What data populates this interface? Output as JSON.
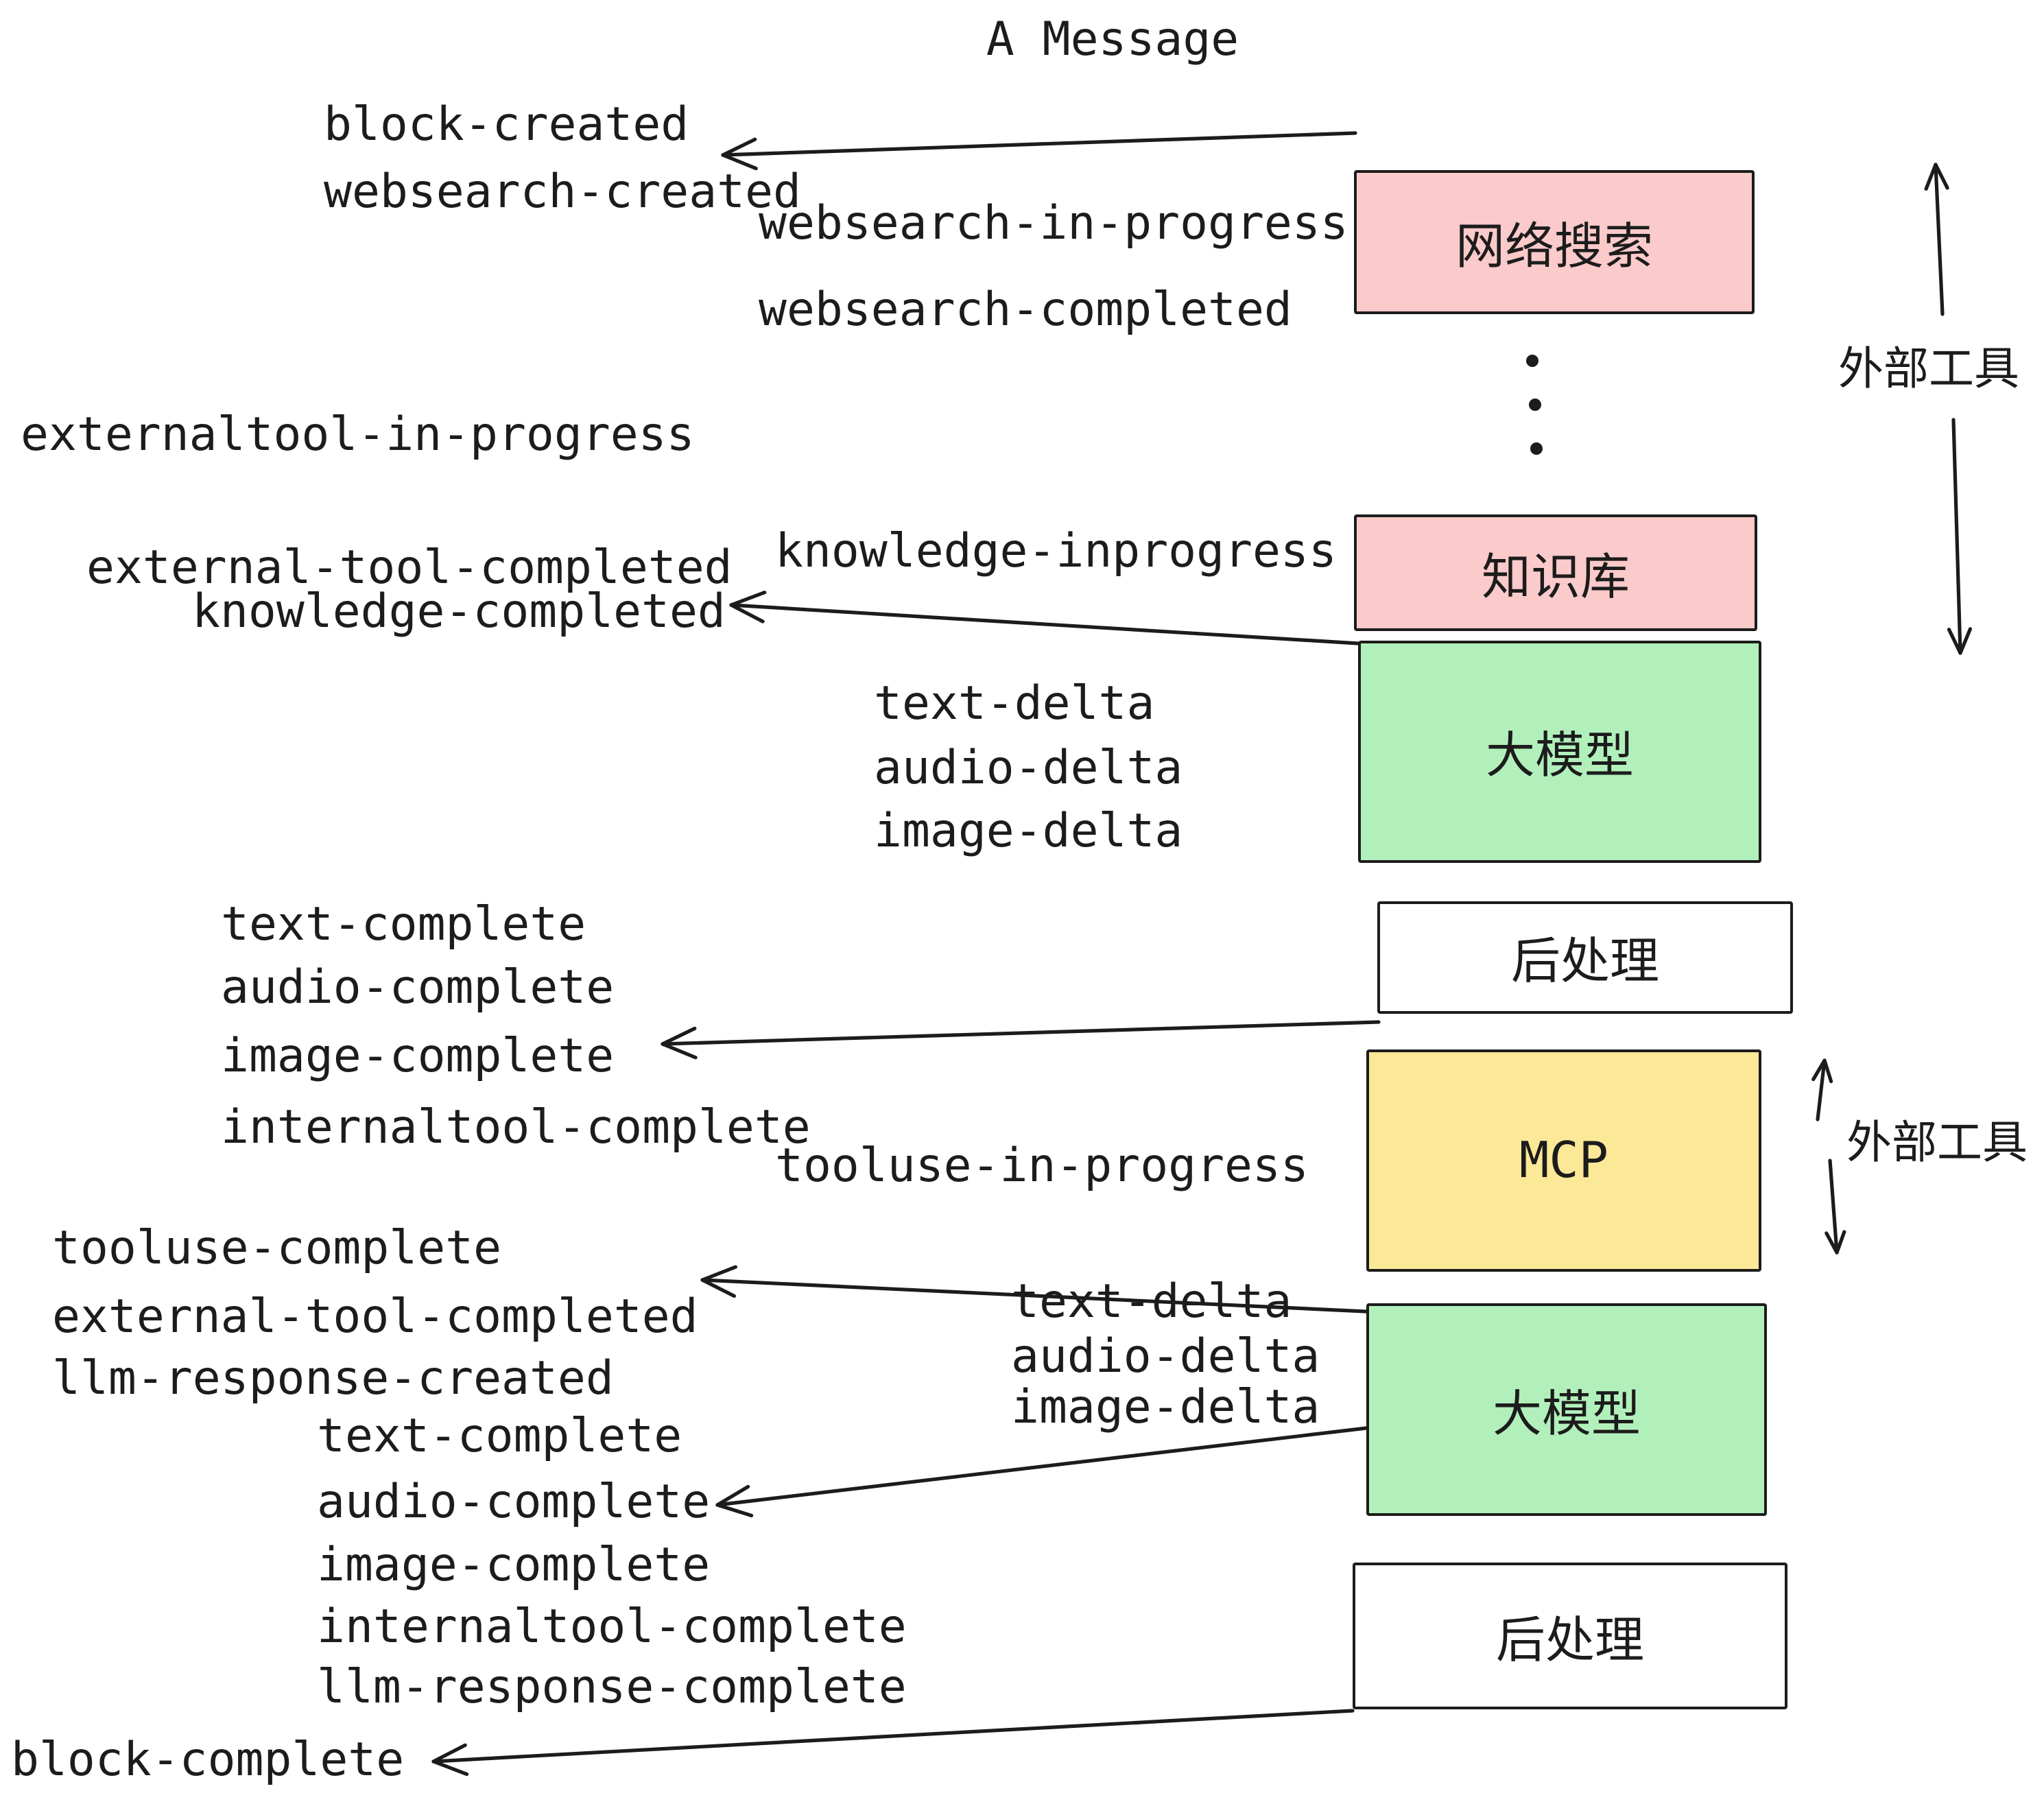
{
  "title": "A Message",
  "colors": {
    "pink": "#fbcaca",
    "green": "#b2f0bb",
    "yellow": "#fce998",
    "white": "#ffffff",
    "stroke": "#1c1c1c"
  },
  "events": [
    {
      "label": "block-created"
    },
    {
      "label": "websearch-created"
    },
    {
      "label": "websearch-in-progress"
    },
    {
      "label": "websearch-completed"
    },
    {
      "label": "externaltool-in-progress"
    },
    {
      "label": "knowledge-inprogress"
    },
    {
      "label": "external-tool-completed"
    },
    {
      "label": "knowledge-completed"
    },
    {
      "label": "text-delta"
    },
    {
      "label": "audio-delta"
    },
    {
      "label": "image-delta"
    },
    {
      "label": "text-complete"
    },
    {
      "label": "audio-complete"
    },
    {
      "label": "image-complete"
    },
    {
      "label": "internaltool-complete"
    },
    {
      "label": "tooluse-in-progress"
    },
    {
      "label": "tooluse-complete"
    },
    {
      "label": "external-tool-completed"
    },
    {
      "label": "llm-response-created"
    },
    {
      "label": "text-complete"
    },
    {
      "label": "audio-complete"
    },
    {
      "label": "image-complete"
    },
    {
      "label": "internaltool-complete"
    },
    {
      "label": "llm-response-complete"
    },
    {
      "label": "block-complete"
    }
  ],
  "boxes": [
    {
      "label": "网络搜索",
      "fill": "#fbcaca"
    },
    {
      "label": "知识库",
      "fill": "#fbcaca"
    },
    {
      "label": "大模型",
      "fill": "#b2f0bb"
    },
    {
      "label": "后处理",
      "fill": "#ffffff"
    },
    {
      "label": "MCP",
      "fill": "#fce998"
    },
    {
      "label": "大模型",
      "fill": "#b2f0bb"
    },
    {
      "label": "后处理",
      "fill": "#ffffff"
    }
  ],
  "side_labels": [
    {
      "label": "外部工具"
    },
    {
      "label": "外部工具"
    }
  ]
}
